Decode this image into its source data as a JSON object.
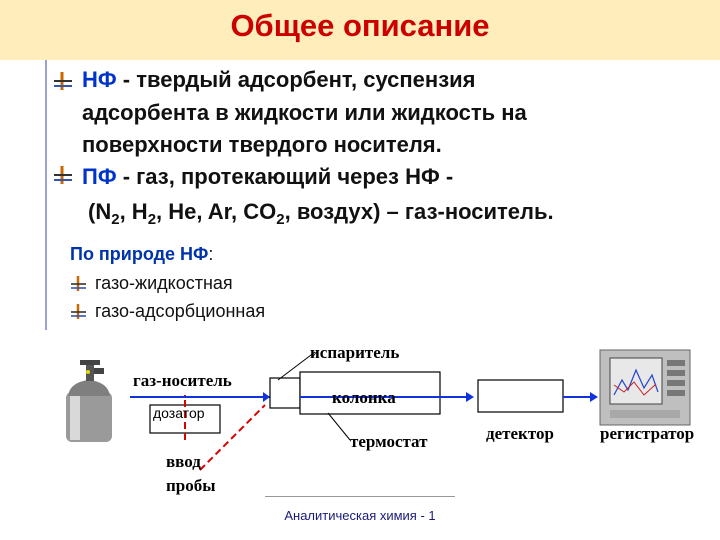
{
  "slide": {
    "title": "Общее описание",
    "bullets": [
      {
        "line1_prefix": "НФ",
        "line1_rest": " - твердый адсорбент, суспензия",
        "line2": "адсорбента в жидкости или жидкость на",
        "line3": "поверхности твердого носителя."
      },
      {
        "line1_prefix": "ПФ",
        "line1_rest": " - газ, протекающий через НФ -",
        "formula": {
          "open": "(N",
          "sub1": "2",
          "mid1": ", H",
          "sub2": "2",
          "mid2": ", He, Ar, CO",
          "sub3": "2",
          "end": ", воздух) – газ-носитель."
        }
      }
    ],
    "section_heading": "По природе НФ",
    "section_colon": ":",
    "section_items": [
      "газо-жидкостная",
      "газо-адсорбционная"
    ],
    "footer": "Аналитическая химия - 1"
  },
  "diagram": {
    "carrier_gas": "газ-носитель",
    "doser": "дозатор",
    "injection_line1": "ввод",
    "injection_line2": "пробы",
    "evaporator": "испаритель",
    "column": "колонка",
    "thermostat": "термостат",
    "detector": "детектор",
    "recorder": "регистратор"
  },
  "colors": {
    "title": "#cc0000",
    "title_bar": "#ffeebb",
    "accent_blue": "#0033cc",
    "flow_line": "#1133dd",
    "dashed_red": "#dd0000"
  }
}
